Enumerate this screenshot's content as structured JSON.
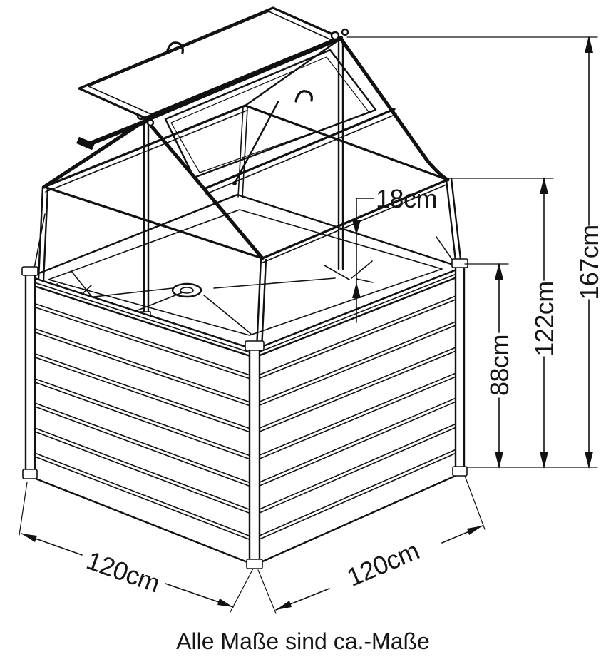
{
  "diagram": {
    "type": "technical-line-drawing",
    "subject": "Raised garden bed (Hochbeet) with cold-frame greenhouse top, roof window shown opened",
    "caption": "Alle Maße sind ca.-Maße",
    "dimensions": {
      "insert_depth": "18cm",
      "total_height": "167cm",
      "eaves_height": "122cm",
      "bed_height": "88cm",
      "width_left": "120cm",
      "width_right": "120cm"
    },
    "colors": {
      "line": "#111111",
      "background": "#ffffff"
    }
  }
}
